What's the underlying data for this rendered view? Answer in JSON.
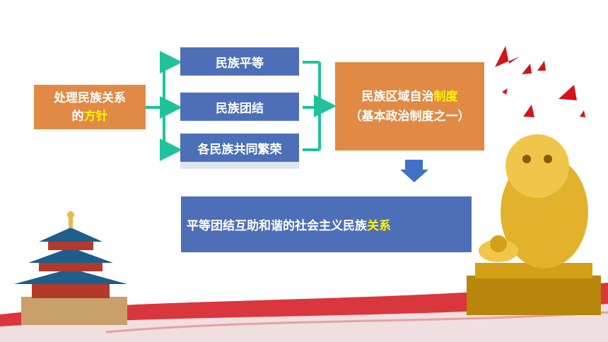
{
  "policy": {
    "line1": "处理民族关系",
    "line2_prefix": "的",
    "line2_highlight": "方针"
  },
  "principles": [
    "民族平等",
    "民族团结",
    "各民族共同繁荣"
  ],
  "system": {
    "line1_prefix": "民族区域自治",
    "line1_highlight": "制度",
    "line2": "（基本政治制度之一）"
  },
  "relationship": {
    "prefix": "平等团结互助和谐的社会主义民族",
    "highlight": "关系"
  },
  "colors": {
    "orange_box": "#e08a45",
    "blue_box": "#4d6fb8",
    "highlight_text": "#fff200",
    "arrow_green": "#1fc29a",
    "down_arrow": "#3f72c4",
    "red_ribbon": "#d3131b"
  }
}
